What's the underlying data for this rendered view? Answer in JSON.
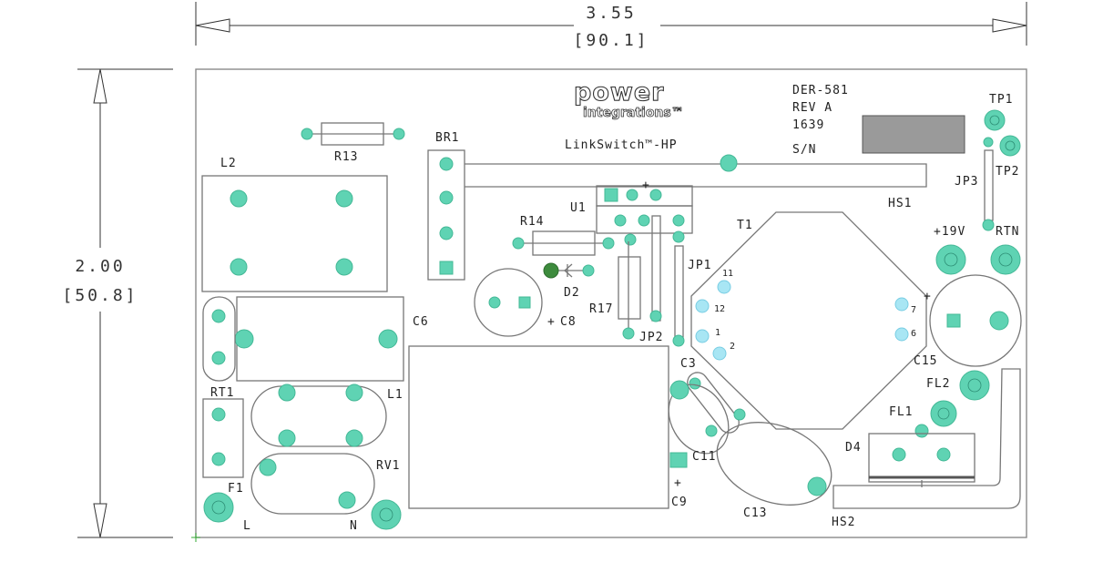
{
  "dimensions": {
    "width_in": "3.55",
    "width_mm": "[90.1]",
    "height_in": "2.00",
    "height_mm": "[50.8]"
  },
  "branding": {
    "logo_text": "power",
    "logo_sub": "integrations™",
    "product": "LinkSwitch™-HP"
  },
  "board_info": {
    "design": "DER-581",
    "rev": "REV A",
    "date_code": "1639",
    "serial": "S/N"
  },
  "labels": {
    "R13": "R13",
    "BR1": "BR1",
    "L2": "L2",
    "R14": "R14",
    "U1": "U1",
    "D2": "D2",
    "R17": "R17",
    "C8": "C8",
    "JP1": "JP1",
    "JP2": "JP2",
    "T1": "T1",
    "HS1": "HS1",
    "TP1": "TP1",
    "TP2": "TP2",
    "JP3": "JP3",
    "V19": "+19V",
    "RTN": "RTN",
    "C6": "C6",
    "RT1": "RT1",
    "L1": "L1",
    "RV1": "RV1",
    "F1": "F1",
    "L": "L",
    "N": "N",
    "C9": "C9",
    "C11": "C11",
    "C13": "C13",
    "C3": "C3",
    "C15": "C15",
    "FL1": "FL1",
    "FL2": "FL2",
    "D4": "D4",
    "HS2": "HS2"
  },
  "pin_numbers": {
    "p11": "11",
    "p12": "12",
    "p1": "1",
    "p2": "2",
    "p7": "7",
    "p6": "6"
  },
  "polarity": {
    "plus": "+"
  },
  "colors": {
    "pad": "#5fd3b3",
    "pad_highlight": "#a8e6f4",
    "label_block": "#9a9a9a",
    "outline": "#8a8a8a"
  }
}
